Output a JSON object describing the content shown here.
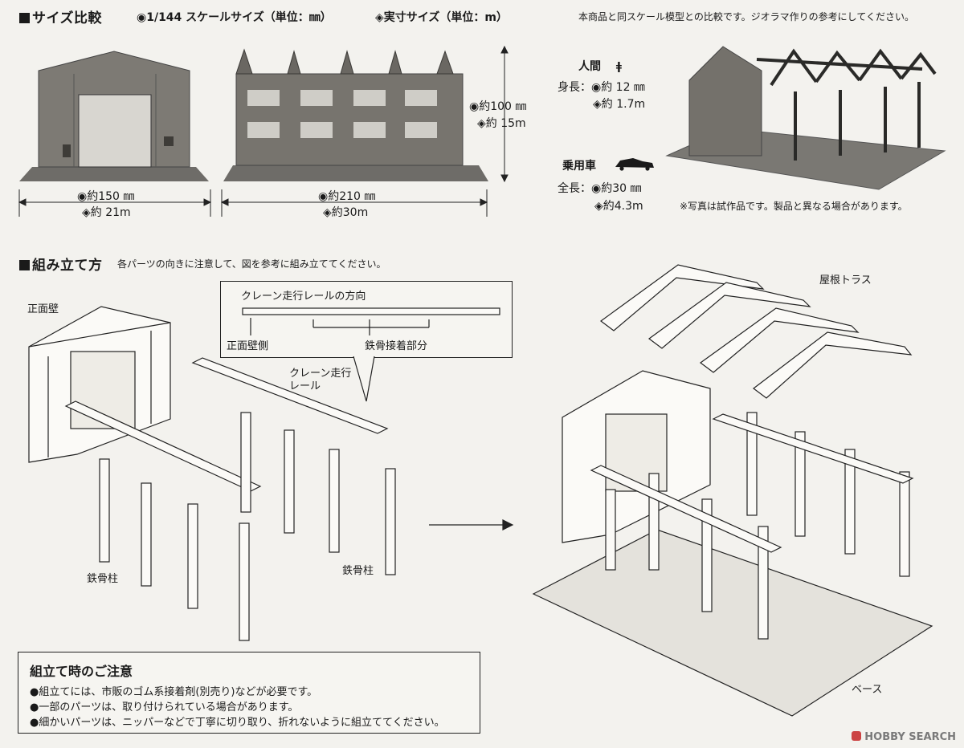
{
  "size_section": {
    "heading": "サイズ比較",
    "legend_scale": "◉1/144 スケールサイズ（単位：㎜）",
    "legend_actual": "◈実寸サイズ（単位：m）",
    "note_right": "本商品と同スケール模型との比較です。ジオラマ作りの参考にしてください。",
    "front_width_scale": "◉約150 ㎜",
    "front_width_actual": "◈約 21m",
    "side_width_scale": "◉約210 ㎜",
    "side_width_actual": "◈約30m",
    "height_scale": "◉約100 ㎜",
    "height_actual": "◈約 15m",
    "human_label": "人間",
    "human_height_label": "身長：◉約 12 ㎜",
    "human_height_actual": "◈約 1.7m",
    "car_label": "乗用車",
    "car_length_label": "全長：◉約30 ㎜",
    "car_length_actual": "◈約4.3m",
    "photo_note": "※写真は試作品です。製品と異なる場合があります。"
  },
  "assembly_section": {
    "heading": "組み立て方",
    "subtitle": "各パーツの向きに注意して、図を参考に組み立ててください。",
    "front_wall": "正面壁",
    "callout_title": "クレーン走行レールの方向",
    "callout_front_side": "正面壁側",
    "callout_joint": "鉄骨接着部分",
    "crane_rail_1": "クレーン走行",
    "crane_rail_2": "レール",
    "steel_column_left": "鉄骨柱",
    "steel_column_right": "鉄骨柱",
    "roof_truss": "屋根トラス",
    "base": "ベース"
  },
  "notice": {
    "title": "組立て時のご注意",
    "items": [
      "●組立てには、市販のゴム系接着剤(別売り)などが必要です。",
      "●一部のパーツは、取り付けられている場合があります。",
      "●細かいパーツは、ニッパーなどで丁寧に切り取り、折れないように組立ててください。"
    ]
  },
  "watermark": "HOBBY SEARCH"
}
